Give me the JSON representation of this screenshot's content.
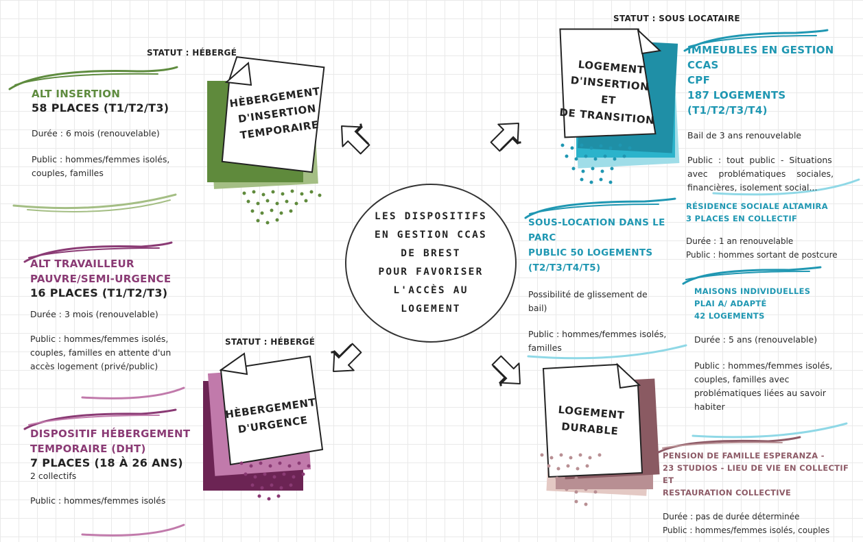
{
  "center": {
    "lines": [
      "LES DISPOSITIFS",
      "EN GESTION CCAS",
      "DE BREST",
      "POUR FAVORISER",
      "L'ACCÈS AU",
      "LOGEMENT"
    ]
  },
  "notes": {
    "insertion_temp": {
      "statut": "STATUT : HÉBERGÉ",
      "title_lines": [
        "HÈBERGEMENT",
        "D'INSERTION",
        "TEMPORAIRE"
      ]
    },
    "insertion_transition": {
      "statut": "STATUT : SOUS LOCATAIRE",
      "title_lines": [
        "LOGEMENT",
        "D'INSERTION ET",
        "DE TRANSITION"
      ]
    },
    "urgence": {
      "statut": "STATUT : HÉBERGÉ",
      "title_lines": [
        "HÈBERGEMENT",
        "D'URGENCE"
      ]
    },
    "durable": {
      "title_lines": [
        "LOGEMENT",
        "DURABLE"
      ]
    }
  },
  "alt_insertion": {
    "title": "ALT INSERTION",
    "places": "58 PLACES (T1/T2/T3)",
    "duree": "Durée  : 6 mois (renouvelable)",
    "public_1": "Public : hommes/femmes isolés,",
    "public_2": "couples, familles"
  },
  "alt_travailleur": {
    "title_1": "ALT TRAVAILLEUR",
    "title_2": "PAUVRE/SEMI-URGENCE",
    "places": "16 PLACES (T1/T2/T3)",
    "duree": "Durée : 3 mois (renouvelable)",
    "public_1": "Public  :  hommes/femmes  isolés,",
    "public_2": "couples, familles en attente d'un",
    "public_3": "accès logement (privé/public)"
  },
  "dht": {
    "title_1": "DISPOSITIF HÉBERGEMENT",
    "title_2": "TEMPORAIRE (DHT)",
    "places": "7 PLACES (18 À 26 ANS)",
    "collectifs": "2 collectifs",
    "public": "Public : hommes/femmes isolés"
  },
  "immeubles": {
    "title_1": "IMMEUBLES EN GESTION CCAS",
    "title_2": "CPF",
    "title_3": "187 LOGEMENTS (T1/T2/T3/T4)",
    "bail": "Bail de 3 ans renouvelable",
    "public_1": "Public  :  tout  public  -  Situations",
    "public_2": "avec    problématiques    sociales,",
    "public_3": "financières, isolement social..."
  },
  "sous_location": {
    "title_1": "SOUS-LOCATION DANS LE PARC",
    "title_2": "PUBLIC  50 LOGEMENTS",
    "title_3": "(T2/T3/T4/T5)",
    "glissement_1": "Possibilité de glissement de",
    "glissement_2": "bail)",
    "public_1": "Public : hommes/femmes isolés,",
    "public_2": "familles"
  },
  "altamira": {
    "title_1": "RÉSIDENCE SOCIALE ALTAMIRA",
    "title_2": "3 PLACES EN COLLECTIF",
    "duree": "Durée : 1 an renouvelable",
    "public": "Public : hommes sortant de postcure"
  },
  "maisons": {
    "title_1": "MAISONS INDIVIDUELLES",
    "title_2": "PLAI A/ ADAPTÉ",
    "title_3": "42 LOGEMENTS",
    "duree": "Durée : 5 ans (renouvelable)",
    "public_1": "Public : hommes/femmes isolés,",
    "public_2": "couples, familles avec",
    "public_3": "problématiques liées au savoir",
    "public_4": "habiter"
  },
  "pension": {
    "title_1": "PENSION DE FAMILLE ESPERANZA -",
    "title_2": "23 STUDIOS - LIEU DE VIE EN COLLECTIF ET",
    "title_3": "RESTAURATION COLLECTIVE",
    "duree": "Durée : pas de durée déterminée",
    "public": "Public : hommes/femmes isolés, couples"
  },
  "colors": {
    "green": "#5e8b3e",
    "purple": "#8a3a74",
    "teal": "#1f97b2",
    "rose": "#8d5a66"
  }
}
